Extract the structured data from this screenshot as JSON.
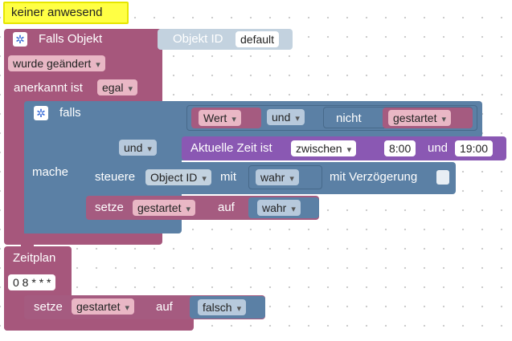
{
  "comment_label": "keiner anwesend",
  "trigger": {
    "title": "Falls Objekt",
    "object_id_label": "Objekt ID",
    "object_id_value": "default",
    "changed_option": "wurde geändert",
    "ack_label": "anerkannt ist",
    "ack_option": "egal"
  },
  "if_block": {
    "falls_label": "falls",
    "mache_label": "mache",
    "wert_option": "Wert",
    "und_label": "und",
    "nicht_label": "nicht",
    "gestartet_var": "gestartet",
    "und_option": "und",
    "time_label": "Aktuelle Zeit ist",
    "time_option": "zwischen",
    "time_from": "8:00",
    "time_and": "und",
    "time_to": "19:00"
  },
  "control": {
    "label": "steuere",
    "object_id": "Object ID",
    "with_label": "mit",
    "value_option": "wahr",
    "delay_label": "mit Verzögerung"
  },
  "set_var1": {
    "label": "setze",
    "var": "gestartet",
    "to_label": "auf",
    "value": "wahr"
  },
  "schedule": {
    "label": "Zeitplan",
    "cron": "0 8 * * *",
    "set_label": "setze",
    "var": "gestartet",
    "to_label": "auf",
    "value": "falsch"
  },
  "colors": {
    "event_block": "#a6577c",
    "logic_block": "#5b80a5",
    "variable_block": "#a55b80",
    "time_block": "#8a58b3",
    "object_block": "#c3d2df",
    "comment": "#ffff66"
  }
}
